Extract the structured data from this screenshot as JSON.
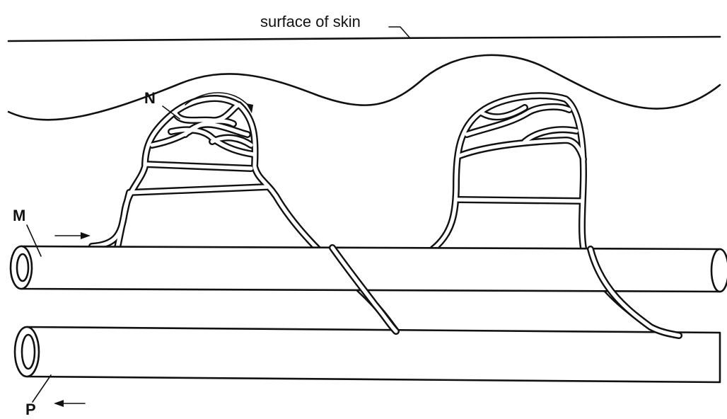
{
  "labels": {
    "surface": "surface of skin",
    "N": "N",
    "M": "M",
    "P": "P"
  }
}
